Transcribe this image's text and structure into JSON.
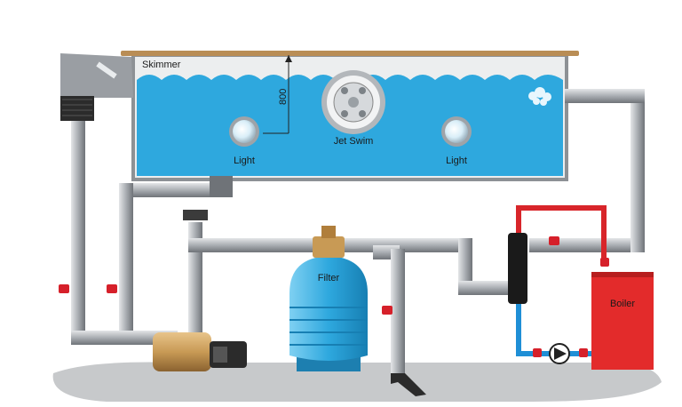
{
  "labels": {
    "skimmer": "Skimmer",
    "depth": "800",
    "jet_swim": "Jet Swim",
    "light_left": "Light",
    "light_right": "Light",
    "filter": "Filter",
    "boiler": "Boiler"
  },
  "colors": {
    "water": "#2ea8de",
    "pipe": "#a9adb2",
    "hot_pipe": "#d8252a",
    "cold_pipe": "#1f8fd6",
    "boiler": "#e32b2b",
    "filter": "#3db5e8",
    "deck": "#b98d55",
    "ground": "#c7c9cb",
    "valve": "#d6202a",
    "pump": "#c89a55"
  },
  "icons": [
    "skimmer-basket-icon",
    "jet-swim-icon",
    "light-icon",
    "filter-icon",
    "pump-icon",
    "motor-icon",
    "valve-icon",
    "boiler-icon",
    "heat-exchanger-icon",
    "circulation-pump-icon"
  ]
}
